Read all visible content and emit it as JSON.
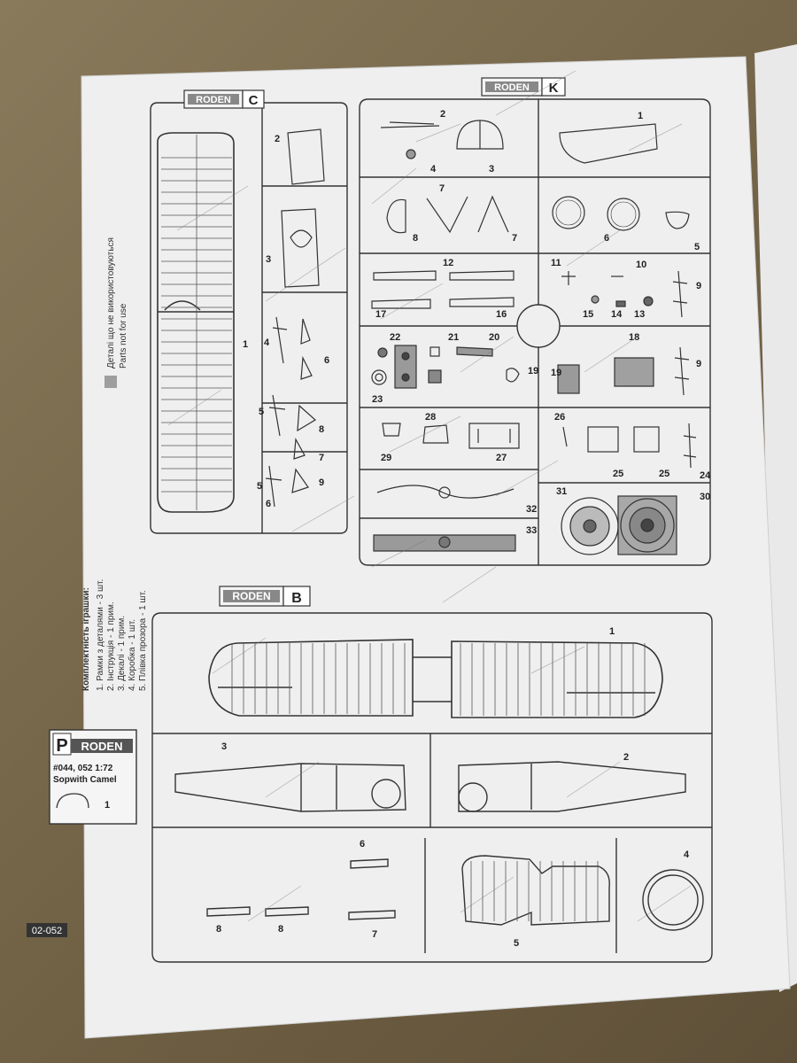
{
  "sprue_c": {
    "brand": "RODEN",
    "letter": "C"
  },
  "sprue_k": {
    "brand": "RODEN",
    "letter": "K"
  },
  "sprue_b": {
    "brand": "RODEN",
    "letter": "B"
  },
  "legend": {
    "ukrainian": "Деталі що не використовуються",
    "english": "Parts not for use"
  },
  "contents": {
    "title": "Комплектність іграшки:",
    "items": [
      "1. Рамки з деталями - 3 шт.",
      "2. Інструкція - 1 прим.",
      "3. Декалі - 1 прим.",
      "4. Коробка - 1 шт.",
      "5. Плівка прозора - 1 шт."
    ]
  },
  "product": {
    "brand_letter": "P",
    "brand": "RODEN",
    "code": "#044, 052 1:72",
    "name": "Sopwith Camel",
    "part_no": "1"
  },
  "sheet_code": "02-052",
  "part_numbers": {
    "c": [
      "2",
      "3",
      "1",
      "4",
      "6",
      "5",
      "8",
      "7",
      "9",
      "5",
      "6"
    ],
    "k": [
      "2",
      "1",
      "4",
      "3",
      "7",
      "8",
      "7",
      "6",
      "5",
      "12",
      "11",
      "10",
      "9",
      "17",
      "16",
      "15",
      "14",
      "13",
      "22",
      "21",
      "20",
      "18",
      "9",
      "23",
      "19",
      "19",
      "28",
      "26",
      "29",
      "27",
      "25",
      "25",
      "24",
      "32",
      "31",
      "30",
      "33"
    ],
    "b": [
      "1",
      "3",
      "2",
      "6",
      "8",
      "8",
      "7",
      "5",
      "4"
    ]
  }
}
